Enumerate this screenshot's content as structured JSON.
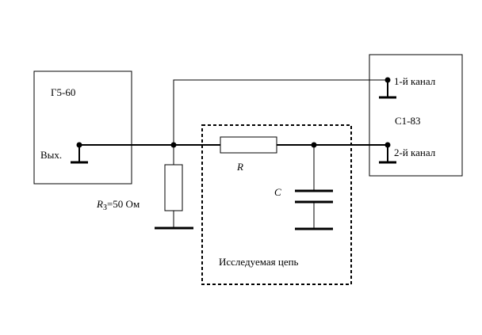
{
  "generator": {
    "name": "Г5-60",
    "output_label": "Вых."
  },
  "oscilloscope": {
    "name": "С1-83",
    "channel1": "1-й канал",
    "channel2": "2-й канал"
  },
  "load_resistor": {
    "symbol": "R",
    "subscript": "З",
    "value": "=50 Ом"
  },
  "circuit_under_test": {
    "label": "Исследуемая цепь",
    "resistor": "R",
    "capacitor": "C"
  }
}
